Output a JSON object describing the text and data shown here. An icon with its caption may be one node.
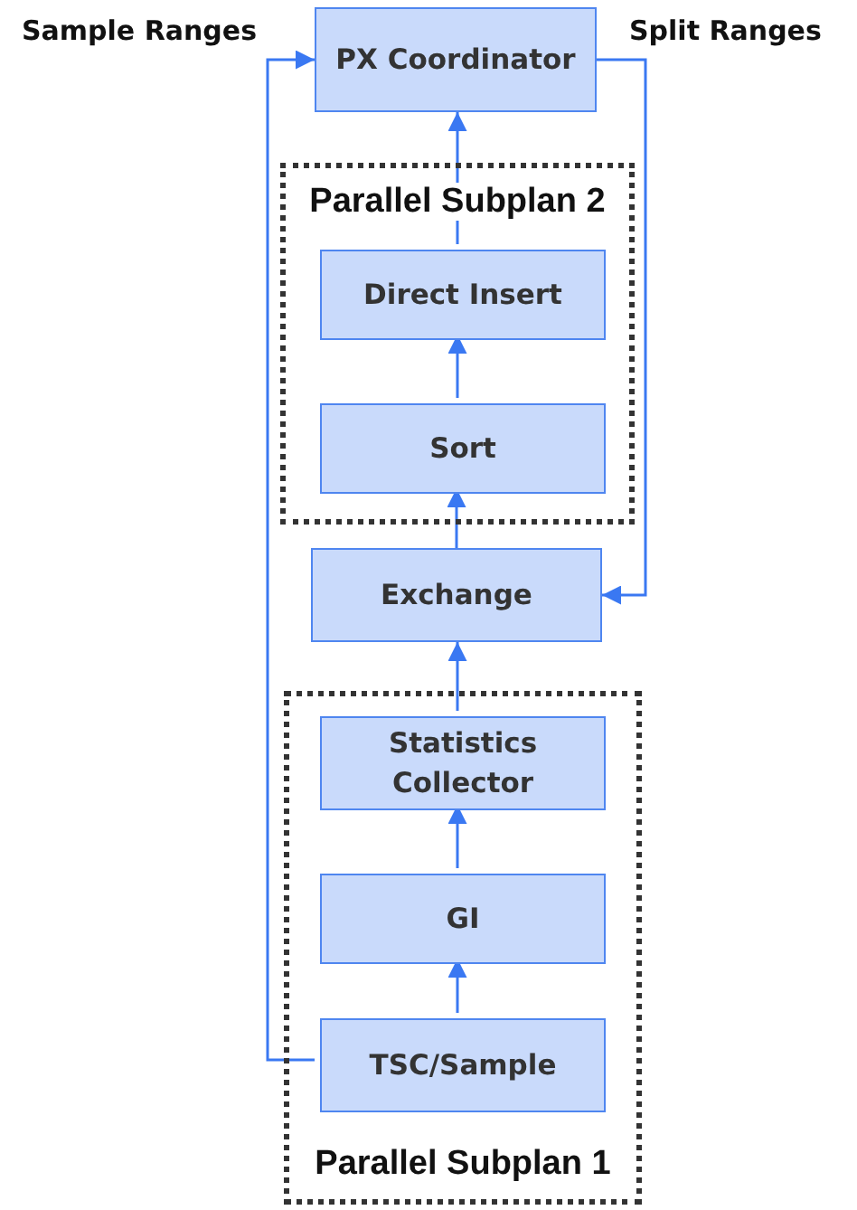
{
  "diagram": {
    "nodes": [
      {
        "text": [
          "PX Coordinator"
        ]
      },
      {
        "text": [
          "Parallel Subplan 2"
        ]
      },
      {
        "text": [
          "Direct Insert"
        ],
        "in": 1
      },
      {
        "text": [
          "Sort"
        ],
        "in": 1
      },
      {
        "text": [
          "Exchange"
        ]
      },
      {
        "text": [
          "Parallel Subplan 1"
        ]
      },
      {
        "text": [
          "Statistics Collector"
        ],
        "in": 5
      },
      {
        "text": [
          "GI"
        ],
        "in": 5
      },
      {
        "text": [
          "TSC/Sample"
        ],
        "in": 5
      }
    ],
    "edges": [
      {
        "from": 2,
        "to": 0,
        "arrow": "to"
      },
      {
        "from": 3,
        "to": 2,
        "arrow": "to"
      },
      {
        "from": 4,
        "to": 3,
        "arrow": "to"
      },
      {
        "from": 6,
        "to": 4,
        "arrow": "to"
      },
      {
        "from": 7,
        "to": 6,
        "arrow": "to"
      },
      {
        "from": 8,
        "to": 7,
        "arrow": "to"
      },
      {
        "from": 8,
        "to": 0,
        "arrow": "to",
        "label": "Sample Ranges"
      },
      {
        "from": 0,
        "to": 4,
        "arrow": "to",
        "label": "Split Ranges"
      }
    ]
  }
}
